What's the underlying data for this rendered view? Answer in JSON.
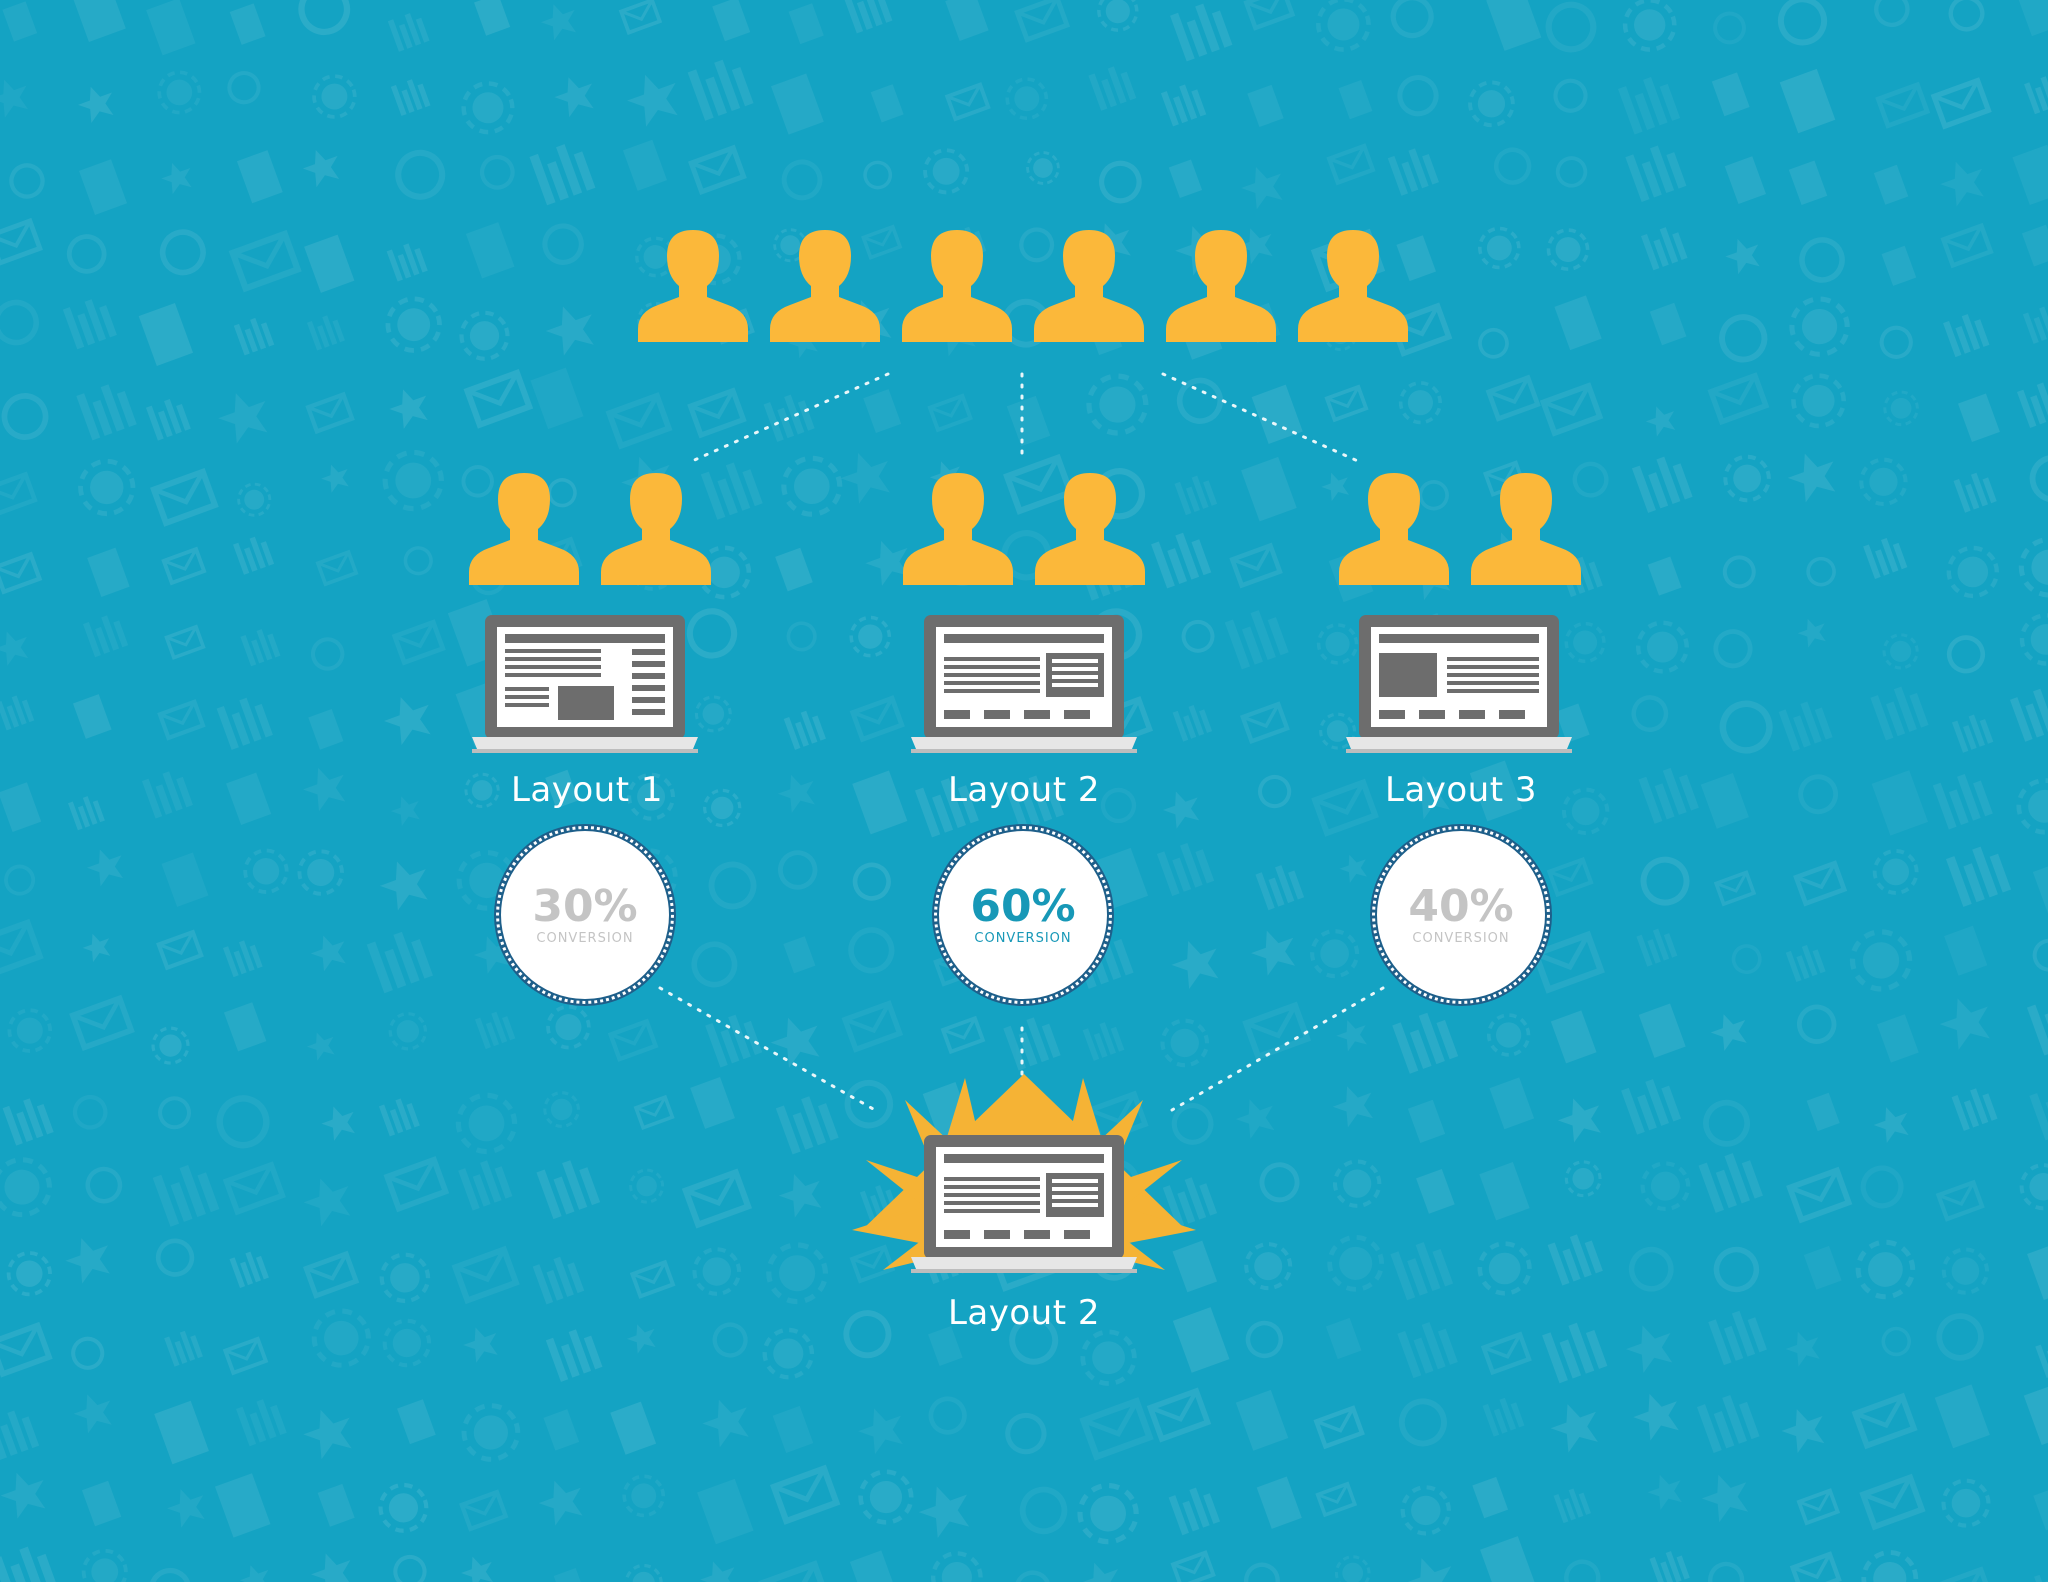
{
  "background": {
    "color": "#14a3c3",
    "pattern": "faint-business-icons"
  },
  "colors": {
    "person": "#fbb83a",
    "laptop": "#6d6d6d",
    "burst": "#f5b335",
    "badge_ring": "#1e5f8a",
    "winner_text": "#1798b7",
    "loser_text": "#c4c4c4"
  },
  "variants": [
    {
      "label": "Layout 1",
      "percent": "30%",
      "conversion": "CONVERSION",
      "winner": false
    },
    {
      "label": "Layout 2",
      "percent": "60%",
      "conversion": "CONVERSION",
      "winner": true
    },
    {
      "label": "Layout 3",
      "percent": "40%",
      "conversion": "CONVERSION",
      "winner": false
    }
  ],
  "result": {
    "label": "Layout 2"
  },
  "people": {
    "top_count": 6,
    "per_variant": 2
  }
}
